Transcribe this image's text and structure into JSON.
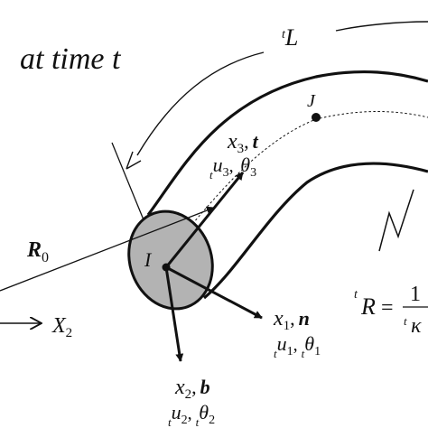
{
  "title": "at time t",
  "length_label": {
    "pre": "t",
    "main": "L"
  },
  "point_j": "J",
  "point_i": "I",
  "position_vector": {
    "main": "R",
    "sub": "0"
  },
  "global_axis": {
    "main": "X",
    "sub": "2"
  },
  "axis_tangent": {
    "coord": "x",
    "coord_sub": "3",
    "sep": ",",
    "vec": "t",
    "disp_pre": "t",
    "disp": "u",
    "disp_sub": "3",
    "rot_pre": "t",
    "rot": "θ",
    "rot_sub": "3"
  },
  "axis_normal": {
    "coord": "x",
    "coord_sub": "1",
    "sep": ",",
    "vec": "n",
    "disp_pre": "t",
    "disp": "u",
    "disp_sub": "1",
    "rot_pre": "t",
    "rot": "θ",
    "rot_sub": "1"
  },
  "axis_binormal": {
    "coord": "x",
    "coord_sub": "2",
    "sep": ",",
    "vec": "b",
    "disp_pre": "t",
    "disp": "u",
    "disp_sub": "2",
    "rot_pre": "t",
    "rot": "θ",
    "rot_sub": "2"
  },
  "curvature": {
    "pre_r": "t",
    "r": "R",
    "eq": "=",
    "num": "1",
    "pre_k": "t",
    "k": "κ"
  },
  "colors": {
    "line": "#111111",
    "section_fill": "#b3b3b3",
    "background": "#ffffff"
  }
}
